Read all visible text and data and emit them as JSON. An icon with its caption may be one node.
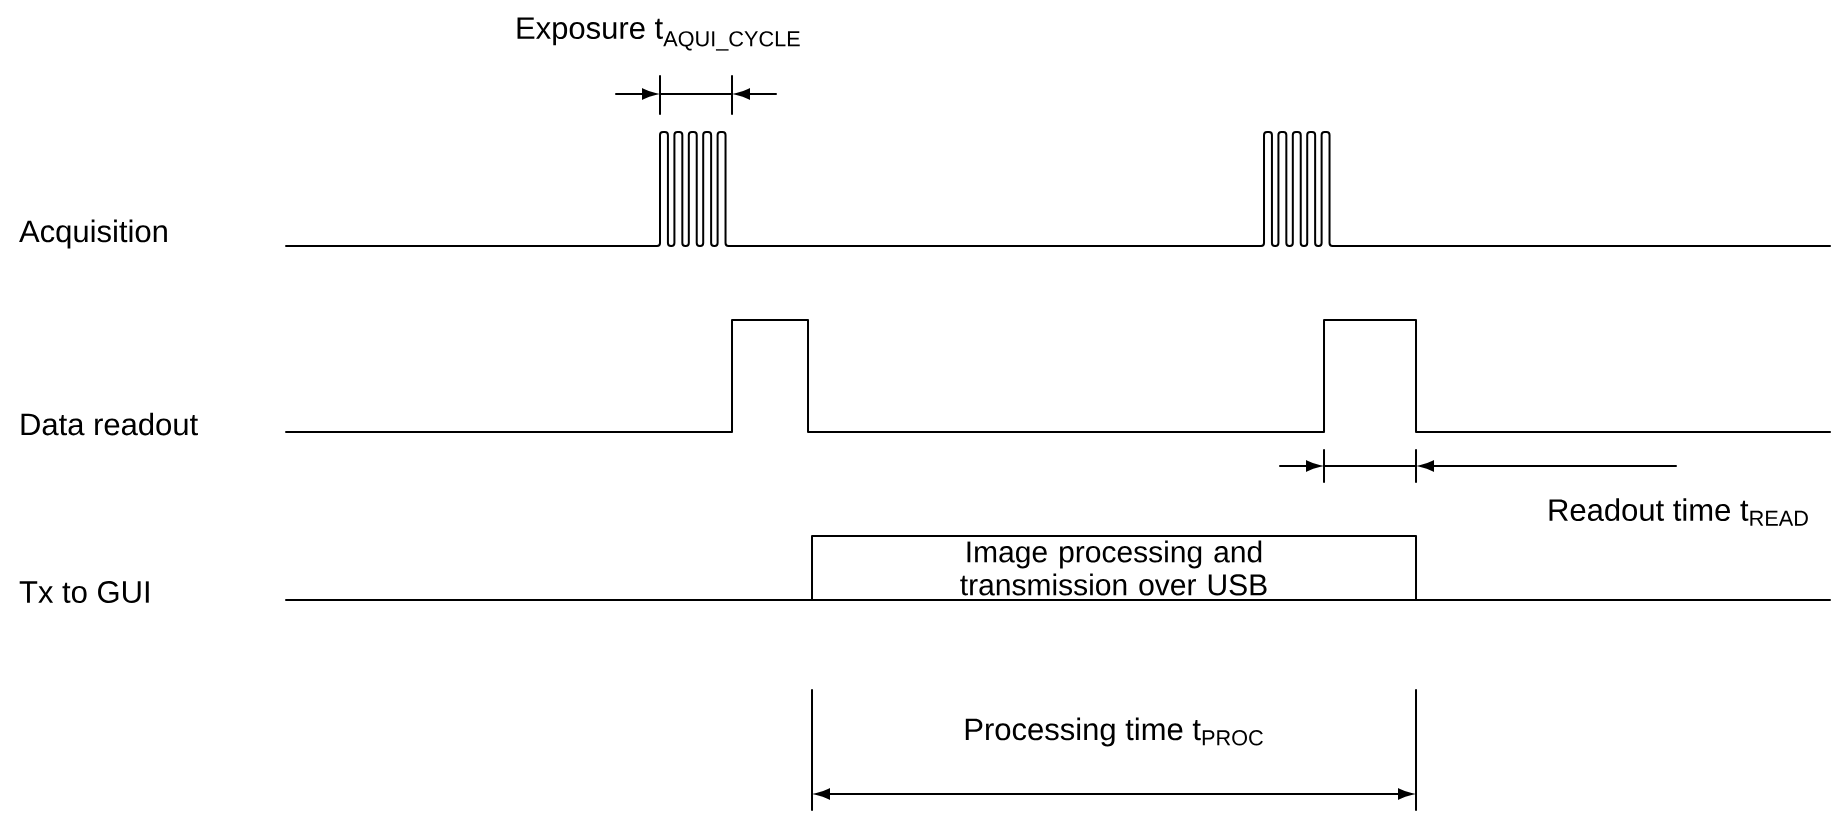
{
  "diagram": {
    "nodes": [
      {
        "text": [
          "Image processing and transmission over USB"
        ]
      }
    ],
    "labels": [
      "\\text{Exposure t}_{\\text{AQUI\\_CYCLE}}",
      "Acquisition",
      "Data readout",
      "Readout time t$_{READ}$",
      "Tx to GUI",
      "Processing time t$_{PROC}$"
    ]
  }
}
